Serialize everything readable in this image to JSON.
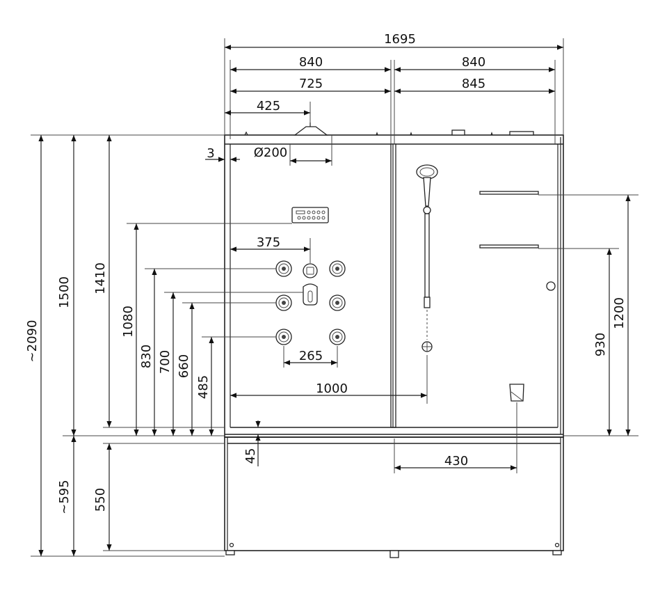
{
  "dimensions": {
    "total_width": "1695",
    "left_width": "840",
    "right_width": "840",
    "left_inner": "725",
    "right_inner": "845",
    "overhead_shower_offset": "425",
    "gap": "3",
    "overhead_shower_diameter": "Ø200",
    "mixer_offset": "375",
    "jets_spacing": "265",
    "handshower_offset": "1000",
    "drain_offset": "430",
    "total_height": "~2090",
    "cabin_height": "1500",
    "panel_height": "1410",
    "control_panel_height": "1080",
    "jet_top_height": "830",
    "mixer_height": "700",
    "jet_middle_height": "660",
    "jet_bottom_height": "485",
    "tray_step": "45",
    "tray_height": "~595",
    "tray_skirt_height": "550",
    "shelf_top_height": "1200",
    "shelf_bottom_height": "930"
  }
}
